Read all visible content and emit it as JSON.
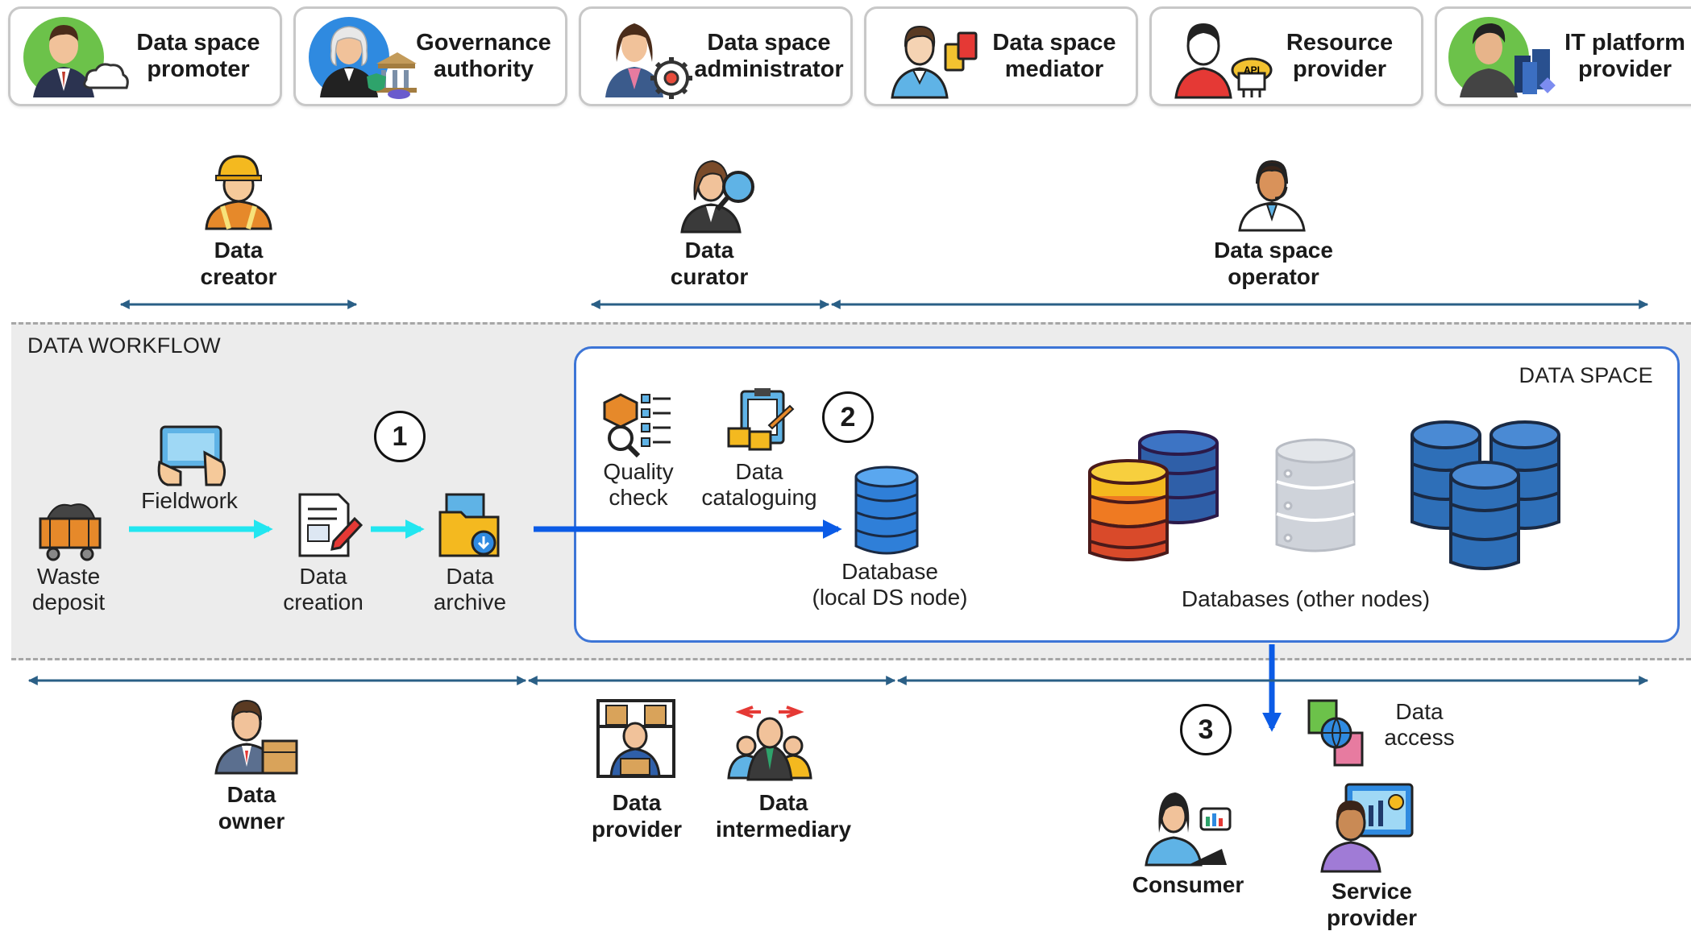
{
  "roles_top": [
    {
      "label": "Data space\npromoter",
      "icon": "promoter-cloud-icon"
    },
    {
      "label": "Governance\nauthority",
      "icon": "governance-judge-icon"
    },
    {
      "label": "Data space\nadministrator",
      "icon": "administrator-gear-icon"
    },
    {
      "label": "Data space\nmediator",
      "icon": "mediator-cards-icon"
    },
    {
      "label": "Resource\nprovider",
      "icon": "resource-api-icon"
    },
    {
      "label": "IT platform\nprovider",
      "icon": "it-server-icon"
    }
  ],
  "persons_upper": {
    "creator": "Data\ncreator",
    "curator": "Data\ncurator",
    "operator": "Data space\noperator"
  },
  "workflow": {
    "title": "DATA WORKFLOW",
    "waste_deposit": "Waste\ndeposit",
    "fieldwork": "Fieldwork",
    "data_creation": "Data\ncreation",
    "data_archive": "Data\narchive",
    "step1": "1"
  },
  "data_space": {
    "title": "DATA SPACE",
    "quality_check": "Quality\ncheck",
    "cataloguing": "Data\ncataloguing",
    "step2": "2",
    "database_local": "Database\n(local DS node)",
    "databases_other": "Databases (other nodes)"
  },
  "persons_lower": {
    "owner": "Data\nowner",
    "provider": "Data\nprovider",
    "intermediary": "Data\nintermediary",
    "consumer": "Consumer",
    "service_provider": "Service\nprovider"
  },
  "access": {
    "step3": "3",
    "label": "Data\naccess"
  },
  "colors": {
    "cyan_arrow": "#22e6f0",
    "blue_arrow": "#0b5be6",
    "span_line": "#2a5f86",
    "ds_border": "#3d75d6"
  }
}
